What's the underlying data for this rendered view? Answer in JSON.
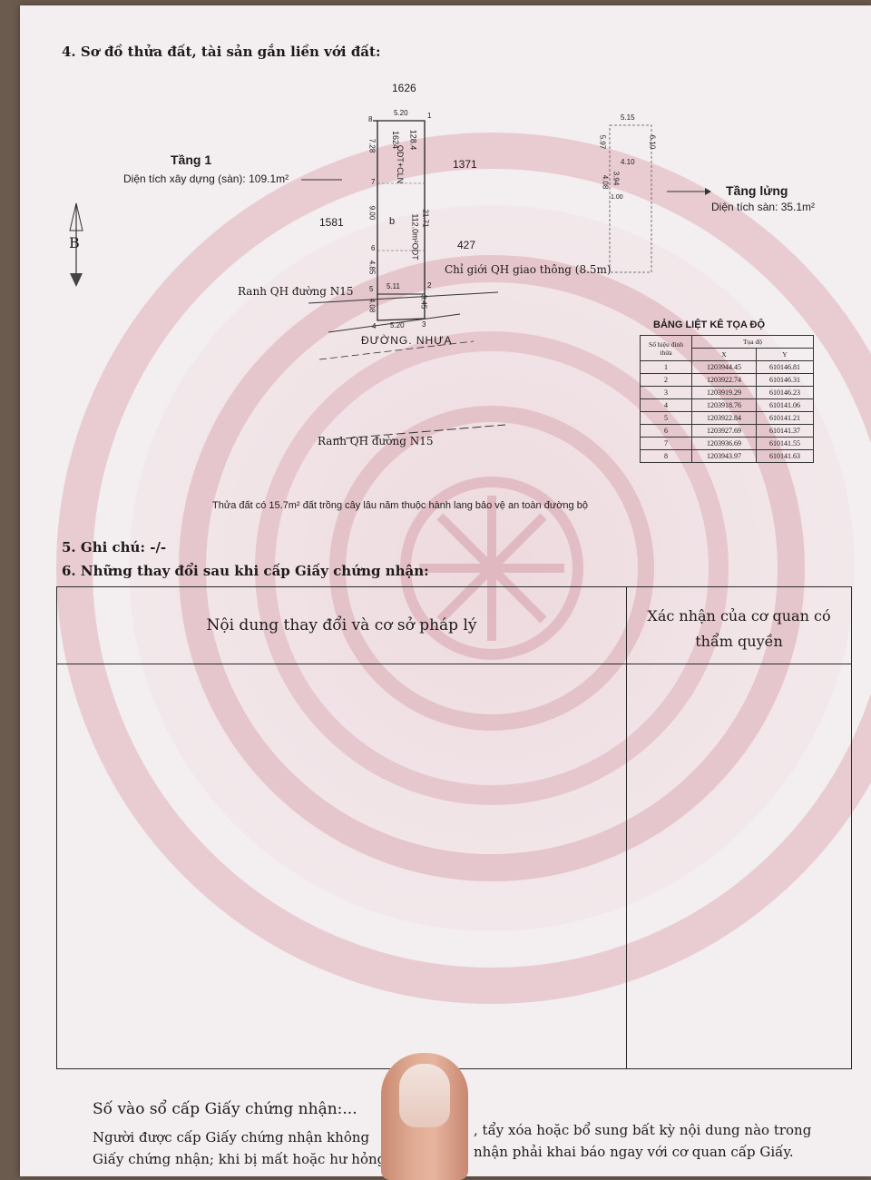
{
  "section4": {
    "title": "4. Sơ đồ thửa đất, tài sản gắn liền với đất:"
  },
  "map": {
    "parcel_north": "1626",
    "parcel_east": "1371",
    "parcel_west": "1581",
    "parcel_southeast": "427",
    "floor1_label": "Tầng 1",
    "floor1_area": "Diện tích xây dựng (sàn): 109.1m²",
    "mezz_label": "Tầng lửng",
    "mezz_area": "Diện tích sàn: 35.1m²",
    "north_letter": "B",
    "road_boundary_left": "Ranh QH đường N15",
    "traffic_boundary": "Chỉ giới QH giao thông (8.5m)",
    "road_name": "ĐƯỜNG. NHỰA",
    "road_boundary_bottom": "Ranh QH đường N15",
    "parcel_code": "ODT+CLN",
    "parcel_number": "1624",
    "parcel_area": "128.4",
    "parcel_zone": "112.0m²ODT",
    "letter_b": "b",
    "dim_top": "5.20",
    "dim_left1": "7.28",
    "dim_left2": "9.00",
    "dim_left3": "4.85",
    "dim_left4": "4.08",
    "dim_right": "21.71",
    "dim_mid": "5.11",
    "dim_bottom": "5.20",
    "dim_right_low": "3.45",
    "vertices": [
      "8",
      "1",
      "7",
      "6",
      "5",
      "2",
      "4",
      "3"
    ],
    "mezz_dims": [
      "5.15",
      "5.97",
      "6.10",
      "4.08",
      "4.10",
      "3.94",
      "1.00"
    ],
    "note": "Thửa đất có 15.7m² đất trồng cây lâu năm thuộc hành lang bảo vệ an toàn đường bộ"
  },
  "coords_table": {
    "title": "BẢNG LIỆT KÊ TỌA ĐỘ",
    "col_point": "Số hiệu đỉnh thửa",
    "col_coord": "Tọa độ",
    "col_x": "X",
    "col_y": "Y",
    "rows": [
      {
        "n": "1",
        "x": "1203944.45",
        "y": "610146.81"
      },
      {
        "n": "2",
        "x": "1203922.74",
        "y": "610146.31"
      },
      {
        "n": "3",
        "x": "1203919.29",
        "y": "610146.23"
      },
      {
        "n": "4",
        "x": "1203918.76",
        "y": "610141.06"
      },
      {
        "n": "5",
        "x": "1203922.84",
        "y": "610141.21"
      },
      {
        "n": "6",
        "x": "1203927.69",
        "y": "610141.37"
      },
      {
        "n": "7",
        "x": "1203936.69",
        "y": "610141.55"
      },
      {
        "n": "8",
        "x": "1203943.97",
        "y": "610141.63"
      }
    ]
  },
  "section5": {
    "title": "5. Ghi chú: -/-"
  },
  "section6": {
    "title": "6. Những thay đổi sau khi cấp Giấy chứng nhận:",
    "col1": "Nội dung thay đổi và cơ sở pháp lý",
    "col2": "Xác nhận của cơ quan có thẩm quyền"
  },
  "footer": {
    "register": "Số vào sổ cấp Giấy chứng nhận:...",
    "notice_line1": "Người được cấp Giấy chứng nhận không",
    "notice_line1b": ", tẩy xóa hoặc bổ sung bất kỳ nội dung nào trong",
    "notice_line2": "Giấy chứng nhận; khi bị mất hoặc hư hỏng",
    "notice_line2b": "nhận phải khai báo ngay với cơ quan cấp Giấy."
  }
}
